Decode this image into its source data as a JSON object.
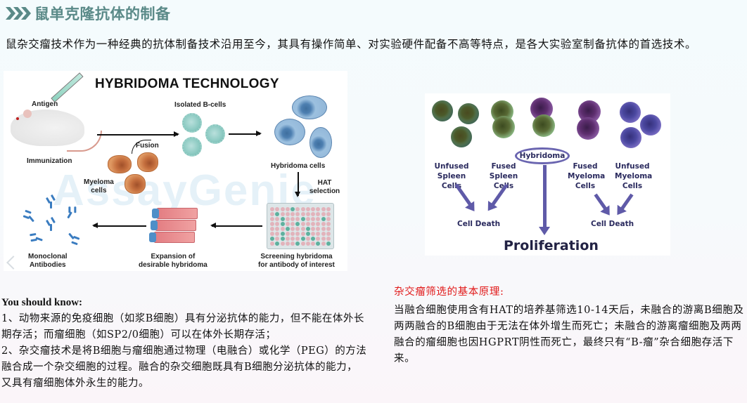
{
  "header": {
    "icon": "triple-chevron-right-icon",
    "title": "鼠单克隆抗体的制备",
    "accent_color": "#5a8a88"
  },
  "intro": {
    "text": "鼠杂交瘤技术作为一种经典的抗体制备技术沿用至今，其具有操作简单、对实验硬件配备不高等特点，是各大实验室制备抗体的首选技术。"
  },
  "figure_left": {
    "title": "Hybridoma Technology",
    "watermark": "AssayGenie",
    "labels": {
      "antigen": "Antigen",
      "immunization": "Immunization",
      "isolated_b_cells": "Isolated B-cells",
      "fusion": "Fusion",
      "myeloma_cells_1": "Myeloma",
      "myeloma_cells_2": "cells",
      "hybridoma_cells": "Hybridoma cells",
      "hat_selection": "HAT selection",
      "screening_1": "Screening hybridoma",
      "screening_2": "for antibody of interest",
      "expansion_1": "Expansion of",
      "expansion_2": "desirable hybridoma",
      "monoclonal_1": "Monoclonal",
      "monoclonal_2": "Antibodies"
    }
  },
  "figure_right": {
    "cell_groups": [
      {
        "label_1": "Unfused",
        "label_2": "Spleen Cells"
      },
      {
        "label_1": "Fused",
        "label_2": "Spleen Cells"
      },
      {
        "label_1": "Fused",
        "label_2": "Myeloma",
        "label_3": "Cells"
      },
      {
        "label_1": "Unfused",
        "label_2": "Myeloma",
        "label_3": "Cells"
      }
    ],
    "hybridoma": "Hybridoma",
    "cell_death_left": "Cell Death",
    "cell_death_right": "Cell Death",
    "proliferation": "Proliferation"
  },
  "you_should_know": {
    "heading": "You should know:",
    "points": [
      "1、动物来源的免疫细胞（如浆B细胞）具有分泌抗体的能力，但不能在体外长期存活；而瘤细胞（如SP2/0细胞）可以在体外长期存活；",
      "2、杂交瘤技术是将B细胞与瘤细胞通过物理（电融合）或化学（PEG）的方法融合成一个杂交细胞的过程。融合的杂交细胞既具有B细胞分泌抗体的能力，又具有瘤细胞体外永生的能力。"
    ]
  },
  "principle": {
    "heading": "杂交瘤筛选的基本原理:",
    "heading_color": "#e11a1a",
    "text": "当融合细胞使用含有HAT的培养基筛选10-14天后，未融合的游离B细胞及两两融合的B细胞由于无法在体外增生而死亡；未融合的游离瘤细胞及两两融合的瘤细胞也因HGPRT阴性而死亡，最终只有“B-瘤”杂合细胞存活下来。"
  }
}
